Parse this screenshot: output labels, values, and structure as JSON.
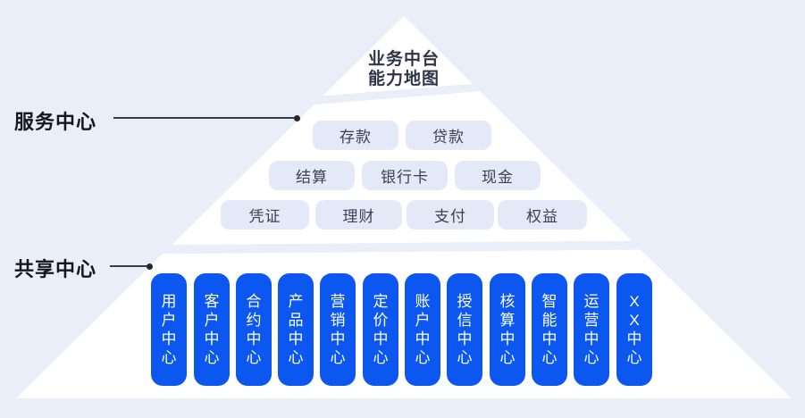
{
  "page": {
    "bg_color": "#EAEEF9"
  },
  "diagram": {
    "title_line1": "业务中台",
    "title_line2": "能力地图",
    "left_labels": {
      "service": "服务中心",
      "share": "共享中心"
    },
    "service_rows": {
      "row1": [
        "存款",
        "贷款"
      ],
      "row2": [
        "结算",
        "银行卡",
        "现金"
      ],
      "row3": [
        "凭证",
        "理财",
        "支付",
        "权益"
      ]
    },
    "share_centers": [
      "用户中心",
      "客户中心",
      "合约中心",
      "产品中心",
      "营销中心",
      "定价中心",
      "账户中心",
      "授信中心",
      "核算中心",
      "智能中心",
      "运营中心",
      "XX中心"
    ],
    "colors": {
      "pyramid_fill": "#FFFFFF",
      "capability_pill_bg": "#E4E9F7",
      "capability_pill_text": "#3A4156",
      "center_pill_bg": "#0B57F0",
      "center_pill_text": "#FFFFFF",
      "label_text": "#15171E",
      "connector": "#3A3B43"
    }
  }
}
